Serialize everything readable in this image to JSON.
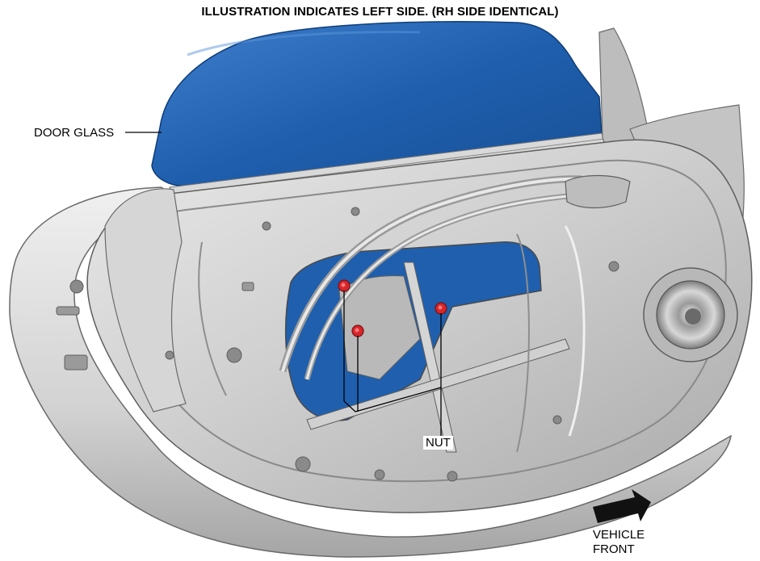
{
  "figure": {
    "caption": "ILLUSTRATION INDICATES LEFT SIDE. (RH SIDE IDENTICAL)",
    "labels": {
      "door_glass": "DOOR GLASS",
      "nut": "NUT",
      "vehicle_front_line1": "VEHICLE",
      "vehicle_front_line2": "FRONT"
    },
    "colors": {
      "glass": "#1f5fae",
      "glass_highlight": "#3f7fcc",
      "panel": "#c9c9c9",
      "panel_light": "#e6e6e6",
      "panel_dark": "#8e8e8e",
      "nut": "#d7262b",
      "arrow": "#111111"
    },
    "icons": {
      "direction": "arrow-right-icon",
      "fastener": "nut-icon"
    }
  }
}
